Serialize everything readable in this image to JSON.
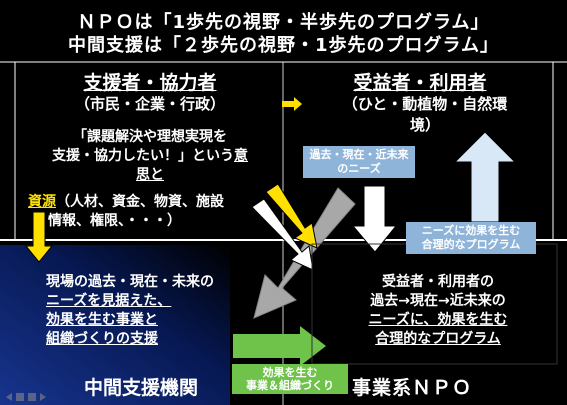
{
  "title": {
    "line1": "ＮＰＯは「1歩先の視野・半歩先のプログラム」",
    "line2": "中間支援は「２歩先の視野・1歩先のプログラム」"
  },
  "left_top": {
    "heading": "支援者・協力者",
    "sub": "（市民・企業・行政）",
    "desc_line1": "「課題解決や理想実現を",
    "desc_line2a": "支援・協力したい！」という",
    "desc_line2b": "意",
    "desc_line3": "思と",
    "resource_word": "資源",
    "resource_line1": "（人材、資金、物資、施設",
    "resource_line2": "情報、権限、・・・）"
  },
  "right_top": {
    "heading": "受益者・利用者",
    "sub_line1": "（ひと・動植物・自然環",
    "sub_line2": "境）",
    "needs_pill_line1": "過去・現在・近未来",
    "needs_pill_line2": "のニーズ",
    "program_pill_line1": "ニーズに効果を生む",
    "program_pill_line2": "合理的なプログラム"
  },
  "left_bottom": {
    "line1": "現場の過去・現在・未来の",
    "line2": "ニーズを見据えた、",
    "line3": "効果を生む事業と",
    "line4": "組織づくりの支援",
    "label": "中間支援機関"
  },
  "right_bottom": {
    "line1": "受益者・利用者の",
    "line2": "過去→現在→近未来の",
    "line3": "ニーズに、効果を生む",
    "line4": "合理的なプログラム",
    "label": "事業系ＮＰＯ"
  },
  "green_arrow": {
    "label_line1": "効果を生む",
    "label_line2": "事業＆組織づくり"
  },
  "colors": {
    "yellow": "#ffe000",
    "pale_blue": "#8fb4d9",
    "green": "#6fc24a",
    "gray": "#a8a8a8",
    "dark_blue": "#0a1f6e"
  }
}
